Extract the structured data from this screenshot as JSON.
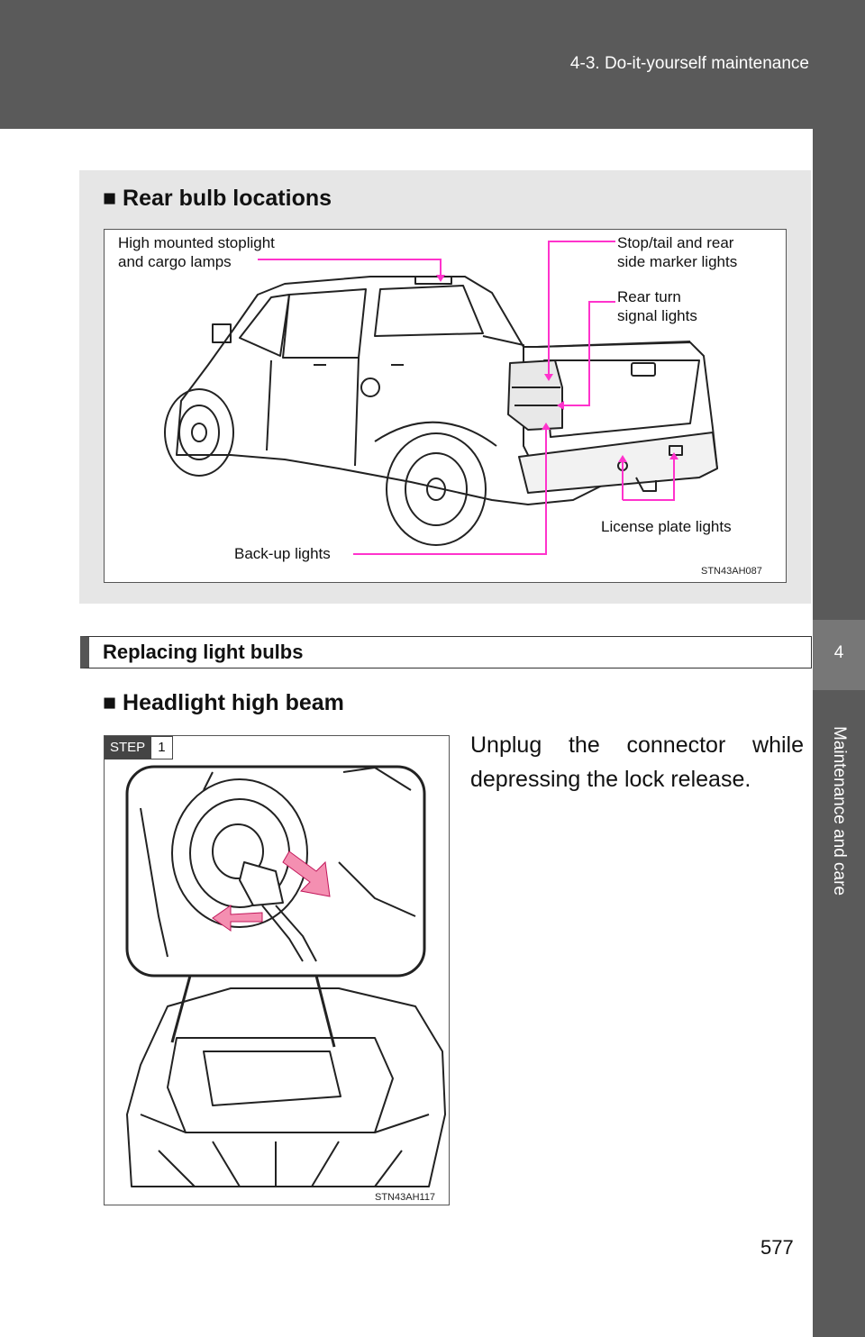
{
  "header": {
    "section": "4-3. Do-it-yourself maintenance"
  },
  "side_tab": {
    "chapter_number": "4",
    "chapter_title": "Maintenance and care"
  },
  "rear_bulbs": {
    "heading": "■ Rear bulb locations",
    "labels": {
      "high_mounted": "High mounted stoplight\nand cargo lamps",
      "stop_tail": "Stop/tail and rear\nside marker lights",
      "rear_turn": "Rear turn\nsignal lights",
      "license_plate": "License plate lights",
      "backup": "Back-up lights"
    },
    "figure_code": "STN43AH087",
    "callout_color": "#ff33cc"
  },
  "section": {
    "title": "Replacing light bulbs"
  },
  "headlight": {
    "heading": "■ Headlight high beam",
    "step_word": "STEP",
    "step_number": "1",
    "instruction": "Unplug the connector while depressing the lock release.",
    "figure_code": "STN43AH117",
    "arrow_color": "#f48fb1"
  },
  "page": {
    "number": "577"
  }
}
